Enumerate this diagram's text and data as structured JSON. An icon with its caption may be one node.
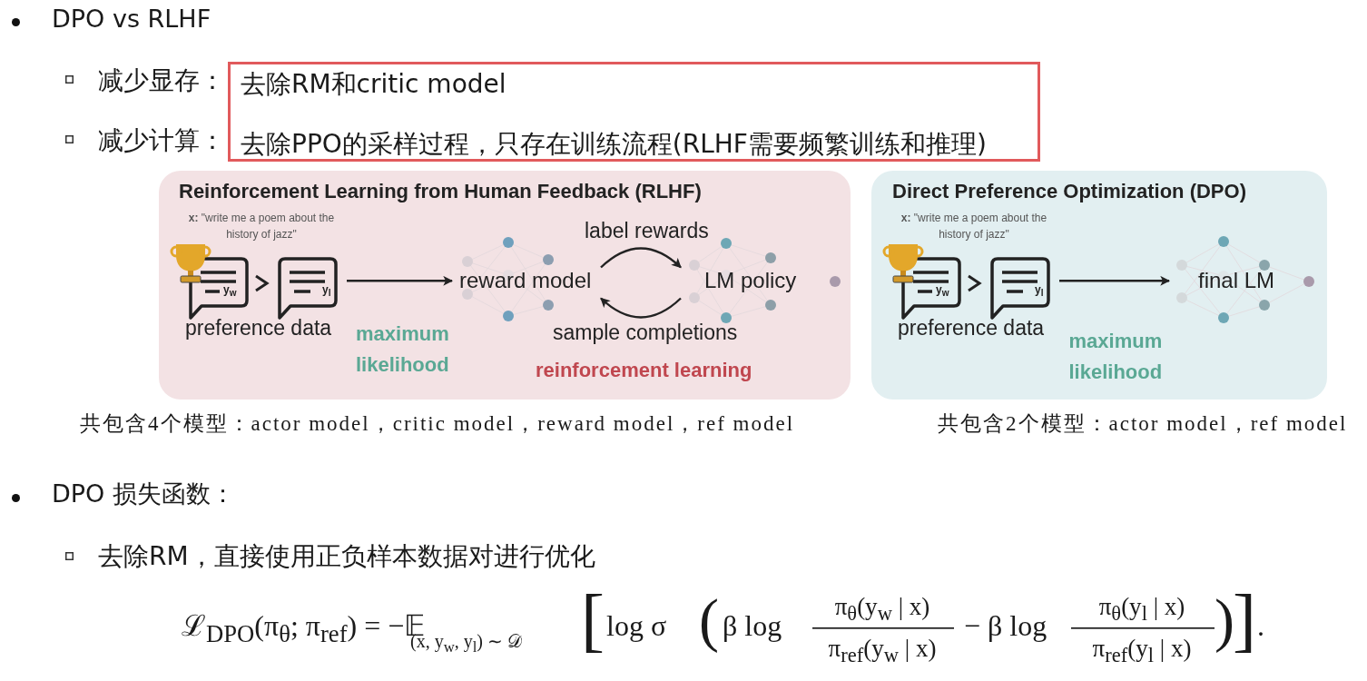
{
  "diagram": {
    "nodes": [
      {
        "text": [
          "去除RM和critic model",
          "去除PPO的采样过程，只存在训练流程(RLHF需要频繁训练和推理)"
        ],
        "beside": [
          "减少显存：",
          "减少计算："
        ]
      },
      {
        "text": [
          "Reinforcement Learning from Human Feedback (RLHF)"
        ]
      },
      {
        "text": [
          "**x:** \"write me a poem about the history of jazz\"",
          "y$_{w}$",
          "y$_{l}$",
          "preference data"
        ],
        "in": 1
      },
      {
        "text": [
          "reward model"
        ],
        "in": 1
      },
      {
        "text": [
          "LM policy"
        ],
        "in": 1
      },
      {
        "text": [
          "Direct Preference Optimization (DPO)"
        ]
      },
      {
        "text": [
          "**x:** \"write me a poem about the history of jazz\"",
          "y$_{w}$",
          "y$_{l}$",
          "preference data"
        ],
        "in": 5
      },
      {
        "text": [
          "final LM"
        ],
        "in": 5
      }
    ],
    "edges": [
      {
        "from": 2,
        "to": 3,
        "arrow": "to",
        "label": "maximum likelihood"
      },
      {
        "from": 3,
        "to": 4,
        "arrow": "to",
        "label": "label rewards"
      },
      {
        "from": 4,
        "to": 3,
        "arrow": "to",
        "label": "sample completions"
      },
      {
        "from": 6,
        "to": 7,
        "arrow": "to",
        "label": "maximum likelihood"
      }
    ],
    "labels": [
      "DPO vs RLHF",
      "reinforcement learning",
      "共包含4个模型：actor model，critic model，reward model，ref model",
      "共包含2个模型：actor model，ref model",
      "DPO 损失函数：",
      "去除RM，直接使用正负样本数据对进行优化",
      "ℒ$_{DPO}$(π$_{θ}$; π$_{ref}$) = −𝔼",
      "(x, y$_{w}$, y$_{l}$) ∼ 𝒟",
      "[",
      "log σ",
      "(",
      "β log",
      "π$_{θ}$(y$_{w}$ | x)",
      "π$_{ref}$(y$_{w}$ | x)",
      "− β log",
      "π$_{θ}$(y$_{l}$ | x)",
      "π$_{ref}$(y$_{l}$ | x)",
      ")",
      "]",
      "."
    ]
  }
}
